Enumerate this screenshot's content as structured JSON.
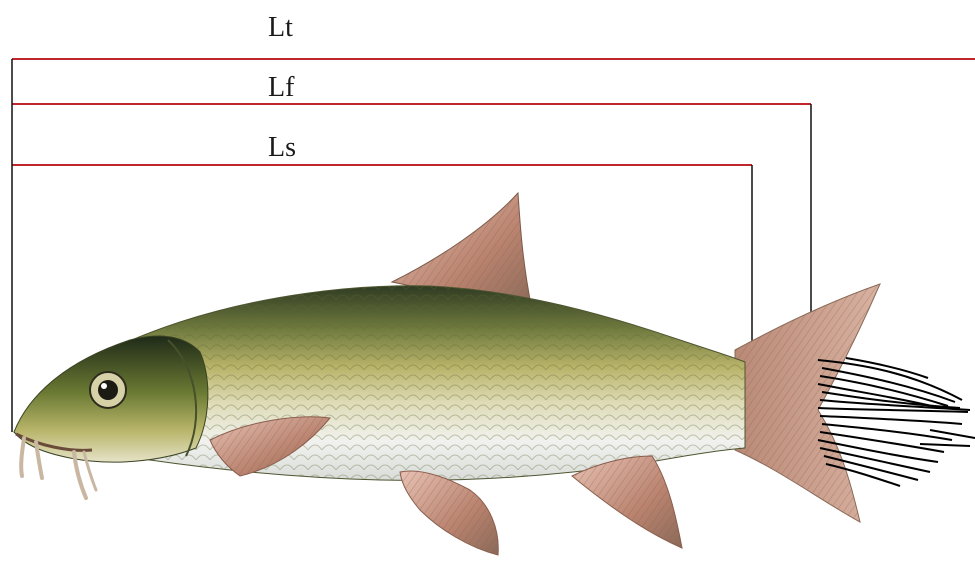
{
  "measurements": [
    {
      "label": "Lt",
      "color": "#c0272d"
    },
    {
      "label": "Lf",
      "color": "#c0272d"
    },
    {
      "label": "Ls",
      "color": "#c0272d"
    }
  ],
  "colors": {
    "measure_line": "#c0272d",
    "drop_line": "#111111",
    "fish_back": "#3b4a2c",
    "fish_flank": "#c9c27a",
    "fish_belly": "#eef0ee",
    "fin_color": "#c98c7a"
  },
  "icons": {
    "fish": "barbel-fish-illustration",
    "tail_outline": "caudal-fin-outline"
  }
}
